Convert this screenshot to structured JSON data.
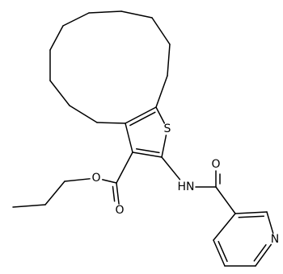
{
  "structure": {
    "atoms": [
      {
        "id": "c1",
        "element": "C"
      },
      {
        "id": "c2",
        "element": "C"
      },
      {
        "id": "c3",
        "element": "C"
      },
      {
        "id": "c4",
        "element": "C"
      },
      {
        "id": "c5",
        "element": "C"
      },
      {
        "id": "c6",
        "element": "C"
      },
      {
        "id": "c7",
        "element": "C"
      },
      {
        "id": "c8",
        "element": "C"
      },
      {
        "id": "c9",
        "element": "C"
      },
      {
        "id": "c10",
        "element": "C"
      },
      {
        "id": "c11",
        "element": "C"
      },
      {
        "id": "c12",
        "element": "C"
      },
      {
        "id": "s1",
        "element": "S",
        "label": "S"
      },
      {
        "id": "c13",
        "element": "C"
      },
      {
        "id": "c14",
        "element": "C"
      },
      {
        "id": "o1",
        "element": "O",
        "label": "O"
      },
      {
        "id": "o2",
        "element": "O",
        "label": "O"
      },
      {
        "id": "p1",
        "element": "C"
      },
      {
        "id": "p2",
        "element": "C"
      },
      {
        "id": "p3",
        "element": "C"
      },
      {
        "id": "n1",
        "element": "N",
        "label": "HN"
      },
      {
        "id": "c15",
        "element": "C"
      },
      {
        "id": "o3",
        "element": "O",
        "label": "O"
      },
      {
        "id": "r1",
        "element": "C"
      },
      {
        "id": "r2",
        "element": "C"
      },
      {
        "id": "r3",
        "element": "N",
        "label": "N"
      },
      {
        "id": "r4",
        "element": "C"
      },
      {
        "id": "r5",
        "element": "C"
      },
      {
        "id": "r6",
        "element": "C"
      }
    ],
    "bonds": [
      {
        "a": "c1",
        "b": "c2",
        "order": 1
      },
      {
        "a": "c2",
        "b": "c3",
        "order": 1
      },
      {
        "a": "c3",
        "b": "c4",
        "order": 1
      },
      {
        "a": "c4",
        "b": "c5",
        "order": 1
      },
      {
        "a": "c5",
        "b": "c6",
        "order": 1
      },
      {
        "a": "c6",
        "b": "c7",
        "order": 1
      },
      {
        "a": "c7",
        "b": "c8",
        "order": 1
      },
      {
        "a": "c8",
        "b": "c9",
        "order": 1
      },
      {
        "a": "c9",
        "b": "c10",
        "order": 1
      },
      {
        "a": "c10",
        "b": "c11",
        "order": 1
      },
      {
        "a": "c11",
        "b": "c12",
        "order": 1
      },
      {
        "a": "c12",
        "b": "c1",
        "order": 2
      },
      {
        "a": "c1",
        "b": "s1",
        "order": 1
      },
      {
        "a": "s1",
        "b": "c13",
        "order": 1
      },
      {
        "a": "c13",
        "b": "c14",
        "order": 2
      },
      {
        "a": "c14",
        "b": "c12",
        "order": 1
      },
      {
        "a": "c14",
        "b": "e1",
        "order": 1
      },
      {
        "a": "e1",
        "b": "o1",
        "order": 1
      },
      {
        "a": "e1",
        "b": "o2",
        "order": 2
      },
      {
        "a": "o1",
        "b": "p1",
        "order": 1
      },
      {
        "a": "p1",
        "b": "p2",
        "order": 1
      },
      {
        "a": "p2",
        "b": "p3",
        "order": 1
      },
      {
        "a": "c13",
        "b": "n1",
        "order": 1
      },
      {
        "a": "n1",
        "b": "c15",
        "order": 1
      },
      {
        "a": "c15",
        "b": "o3",
        "order": 2
      },
      {
        "a": "c15",
        "b": "r1",
        "order": 1
      },
      {
        "a": "r1",
        "b": "r2",
        "order": 2
      },
      {
        "a": "r2",
        "b": "r3",
        "order": 1
      },
      {
        "a": "r3",
        "b": "r4",
        "order": 2
      },
      {
        "a": "r4",
        "b": "r5",
        "order": 1
      },
      {
        "a": "r5",
        "b": "r6",
        "order": 2
      },
      {
        "a": "r6",
        "b": "r1",
        "order": 1
      }
    ]
  }
}
